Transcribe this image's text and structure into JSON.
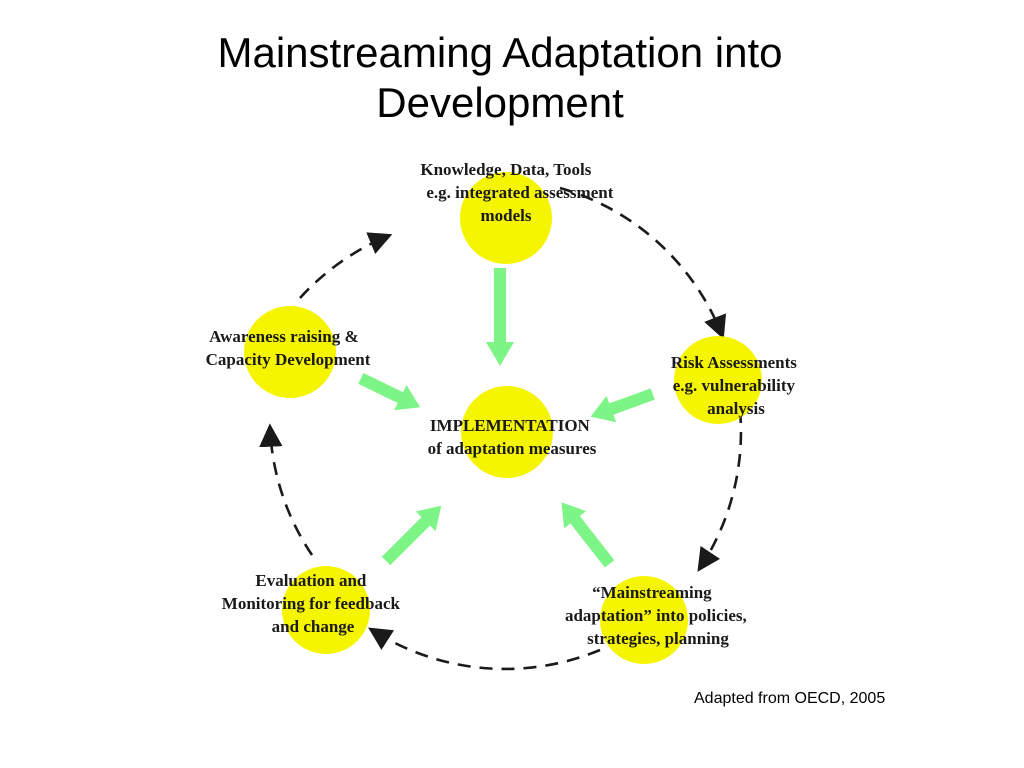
{
  "title": {
    "line1": "Mainstreaming Adaptation into",
    "line2": "Development"
  },
  "diagram": {
    "colors": {
      "node_fill": "#f5f500",
      "arrow_fill": "#7df586",
      "cycle_stroke": "#1a1a1a"
    },
    "center": {
      "line1": "IMPLEMENTATION",
      "line2": "of adaptation measures"
    },
    "nodes": {
      "knowledge": {
        "line1": "Knowledge, Data, Tools",
        "line2": "e.g. integrated assessment",
        "line3": "models"
      },
      "risk": {
        "line1": "Risk Assessments",
        "line2": "e.g. vulnerability",
        "line3": "analysis"
      },
      "mainstreaming": {
        "line1": "“Mainstreaming",
        "line2": "adaptation” into policies,",
        "line3": "strategies, planning"
      },
      "evaluation": {
        "line1": "Evaluation and",
        "line2": "Monitoring for feedback",
        "line3": "and change"
      },
      "awareness": {
        "line1": "Awareness raising &",
        "line2": "Capacity Development"
      }
    }
  },
  "source": "Adapted from OECD, 2005"
}
